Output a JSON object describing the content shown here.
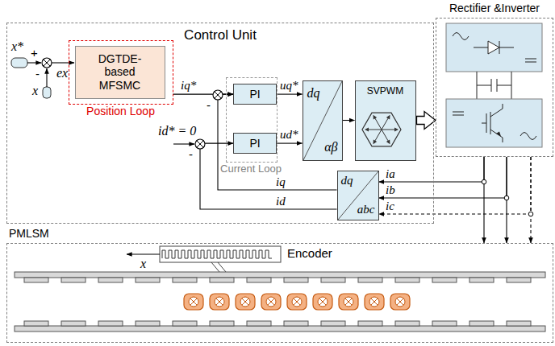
{
  "diagram": {
    "nodes": [
      {
        "text": [
          "Control Unit"
        ]
      },
      {
        "text": [
          "DGTDE- based MFSMC",
          "Position Loop"
        ],
        "in": 0
      },
      {
        "text": [
          "Current Loop"
        ],
        "in": 0
      },
      {
        "text": [
          "PI"
        ],
        "in": 2
      },
      {
        "text": [
          "PI"
        ],
        "in": 2
      },
      {
        "text": [
          "dq",
          "αβ"
        ],
        "in": 0
      },
      {
        "text": [
          "SVPWM"
        ],
        "in": 0
      },
      {
        "text": [
          "dq",
          "abc"
        ],
        "in": 0
      },
      {
        "text": [
          "Rectifier &Inverter"
        ]
      },
      {
        "text": [
          "PMLSM"
        ]
      }
    ],
    "edges": [
      {
        "from": 1,
        "to": 3,
        "arrow": "to",
        "label": "iq*"
      },
      {
        "from": 3,
        "to": 5,
        "arrow": "to",
        "label": "uq*"
      },
      {
        "from": 4,
        "to": 5,
        "arrow": "to",
        "label": "ud*"
      },
      {
        "from": 5,
        "to": 6,
        "arrow": "to"
      },
      {
        "from": 6,
        "to": 8,
        "arrow": "to"
      },
      {
        "from": 8,
        "to": 9,
        "arrow": "to"
      },
      {
        "from": 8,
        "to": 7,
        "arrow": "to",
        "label": "ia"
      },
      {
        "from": 8,
        "to": 9,
        "arrow": "to"
      },
      {
        "from": 8,
        "to": 7,
        "arrow": "to",
        "label": "ib"
      },
      {
        "from": 8,
        "to": 9,
        "arrow": "to"
      },
      {
        "from": 8,
        "to": 7,
        "arrow": "to",
        "label": "ic"
      },
      {
        "from": 7,
        "to": 3,
        "arrow": "to",
        "label": "iq"
      },
      {
        "from": 7,
        "to": 4,
        "arrow": "to",
        "label": "id"
      }
    ],
    "labels": [
      "x*",
      "+",
      "-",
      "x",
      "ex",
      "id* = 0",
      "-",
      "-",
      "x",
      "Encoder"
    ]
  }
}
